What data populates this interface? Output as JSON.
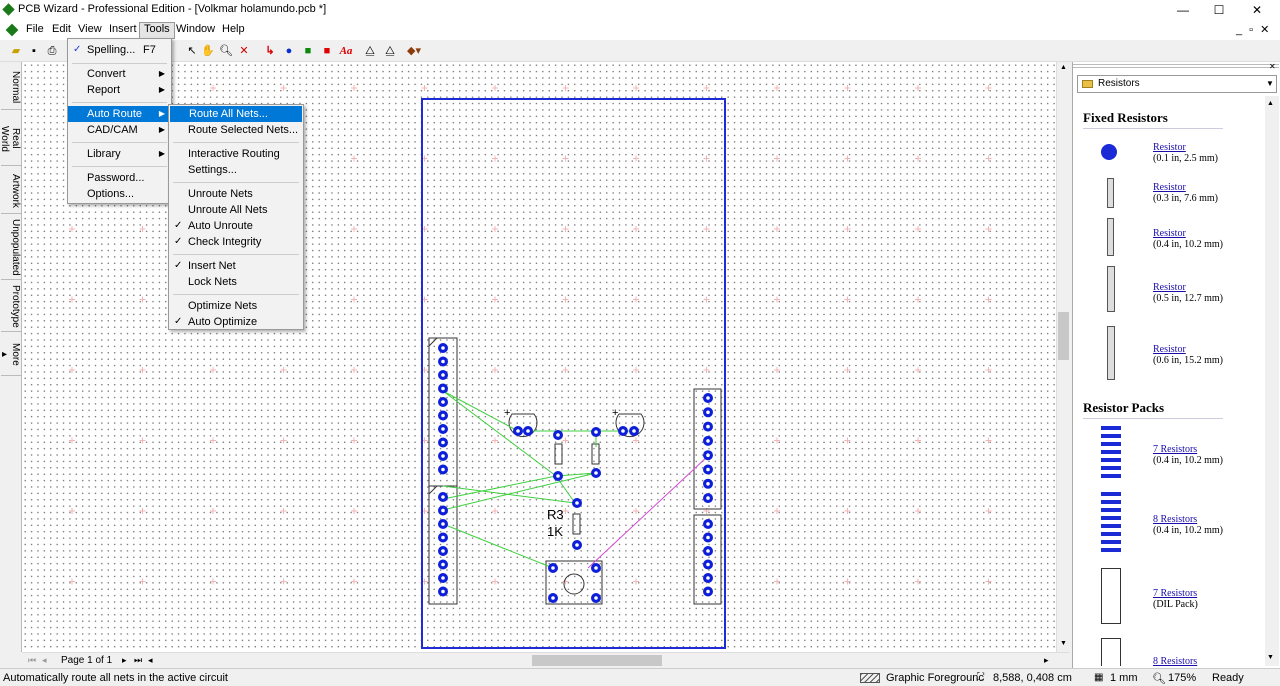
{
  "window": {
    "title": "PCB Wizard - Professional Edition - [Volkmar holamundo.pcb *]",
    "min": "—",
    "max": "☐",
    "close": "✕"
  },
  "menubar": {
    "items": [
      "File",
      "Edit",
      "View",
      "Insert",
      "Tools",
      "Window",
      "Help"
    ],
    "mdi_controls": "_ ▫ ✕"
  },
  "tools_menu": {
    "items": [
      {
        "label": "Spelling...",
        "shortcut": "F7"
      },
      {
        "label": "Convert"
      },
      {
        "label": "Report"
      },
      {
        "label": "Auto Route"
      },
      {
        "label": "CAD/CAM"
      },
      {
        "label": "Library"
      },
      {
        "label": "Password..."
      },
      {
        "label": "Options..."
      }
    ]
  },
  "autoroute_menu": {
    "items": [
      {
        "label": "Route All Nets...",
        "checked": false
      },
      {
        "label": "Route Selected Nets...",
        "checked": false
      },
      {
        "label": "Interactive Routing",
        "checked": false
      },
      {
        "label": "Settings...",
        "checked": false
      },
      {
        "label": "Unroute Nets",
        "checked": false
      },
      {
        "label": "Unroute All Nets",
        "checked": false
      },
      {
        "label": "Auto Unroute",
        "checked": true
      },
      {
        "label": "Check Integrity",
        "checked": true
      },
      {
        "label": "Insert Net",
        "checked": true
      },
      {
        "label": "Lock Nets",
        "checked": false
      },
      {
        "label": "Optimize Nets",
        "checked": false
      },
      {
        "label": "Auto Optimize",
        "checked": true
      }
    ]
  },
  "left_tabs": [
    "Normal",
    "Real World",
    "Artwork",
    "Unpopulated",
    "Prototype",
    "More ▸"
  ],
  "canvas": {
    "component_label": "R3",
    "component_value": "1K"
  },
  "nav": {
    "page": "Page 1 of 1"
  },
  "panel": {
    "dropdown": "Resistors",
    "fixed_title": "Fixed Resistors",
    "fixed": [
      {
        "name": "Resistor",
        "size": "(0.1 in, 2.5 mm)"
      },
      {
        "name": "Resistor",
        "size": "(0.3 in, 7.6 mm)"
      },
      {
        "name": "Resistor",
        "size": "(0.4 in, 10.2 mm)"
      },
      {
        "name": "Resistor",
        "size": "(0.5 in, 12.7 mm)"
      },
      {
        "name": "Resistor",
        "size": "(0.6 in, 15.2 mm)"
      }
    ],
    "packs_title": "Resistor Packs",
    "packs": [
      {
        "name": "7 Resistors",
        "size": "(0.4 in, 10.2 mm)"
      },
      {
        "name": "8 Resistors",
        "size": "(0.4 in, 10.2 mm)"
      },
      {
        "name": "7 Resistors",
        "size": "(DIL Pack)"
      },
      {
        "name": "8 Resistors",
        "size": ""
      }
    ]
  },
  "status": {
    "message": "Automatically route all nets in the active circuit",
    "layer": "Graphic Foregrounc",
    "coords": "8,588, 0,408 cm",
    "grid": "1 mm",
    "zoom": "175%",
    "state": "Ready"
  },
  "colors": {
    "board": "#1f2bd6",
    "pad": "#0d1fd8",
    "rat_green": "#3fd03f",
    "rat_magenta": "#d34bd3",
    "accent": "#0078d7"
  }
}
